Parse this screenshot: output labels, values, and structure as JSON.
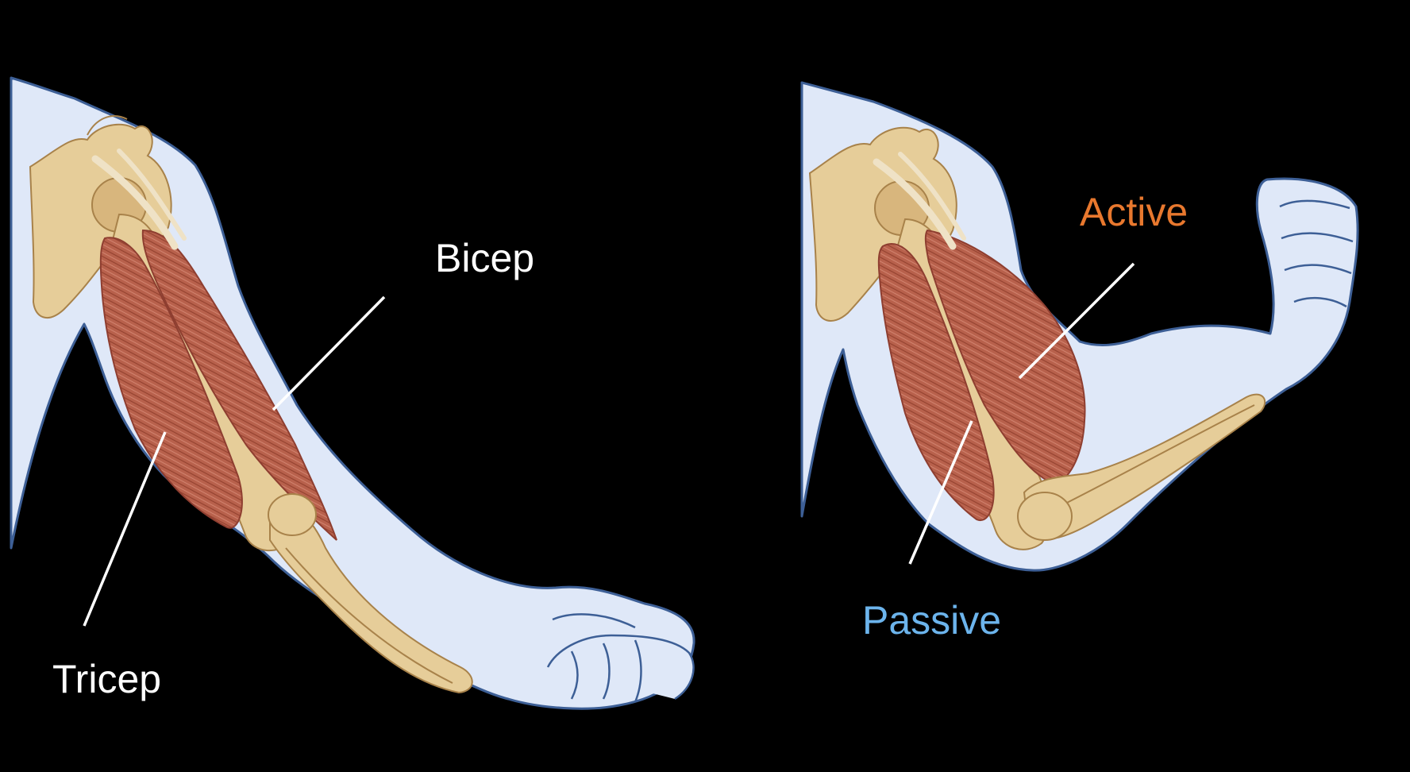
{
  "labels": {
    "bicep": "Bicep",
    "tricep": "Tricep",
    "active": "Active",
    "passive": "Passive"
  },
  "colors": {
    "background": "#000000",
    "skin": "#dfe8f8",
    "skin_outline": "#3d5f96",
    "bone": "#e6cd99",
    "bone_shade": "#c9a66d",
    "muscle": "#b8614c",
    "muscle_dark": "#8e3e30",
    "muscle_light": "#d88a72",
    "tendon": "#efe2c6",
    "label_default": "#ffffff",
    "label_active": "#e8782e",
    "label_passive": "#6cb4ec",
    "leader_line": "#ffffff"
  }
}
